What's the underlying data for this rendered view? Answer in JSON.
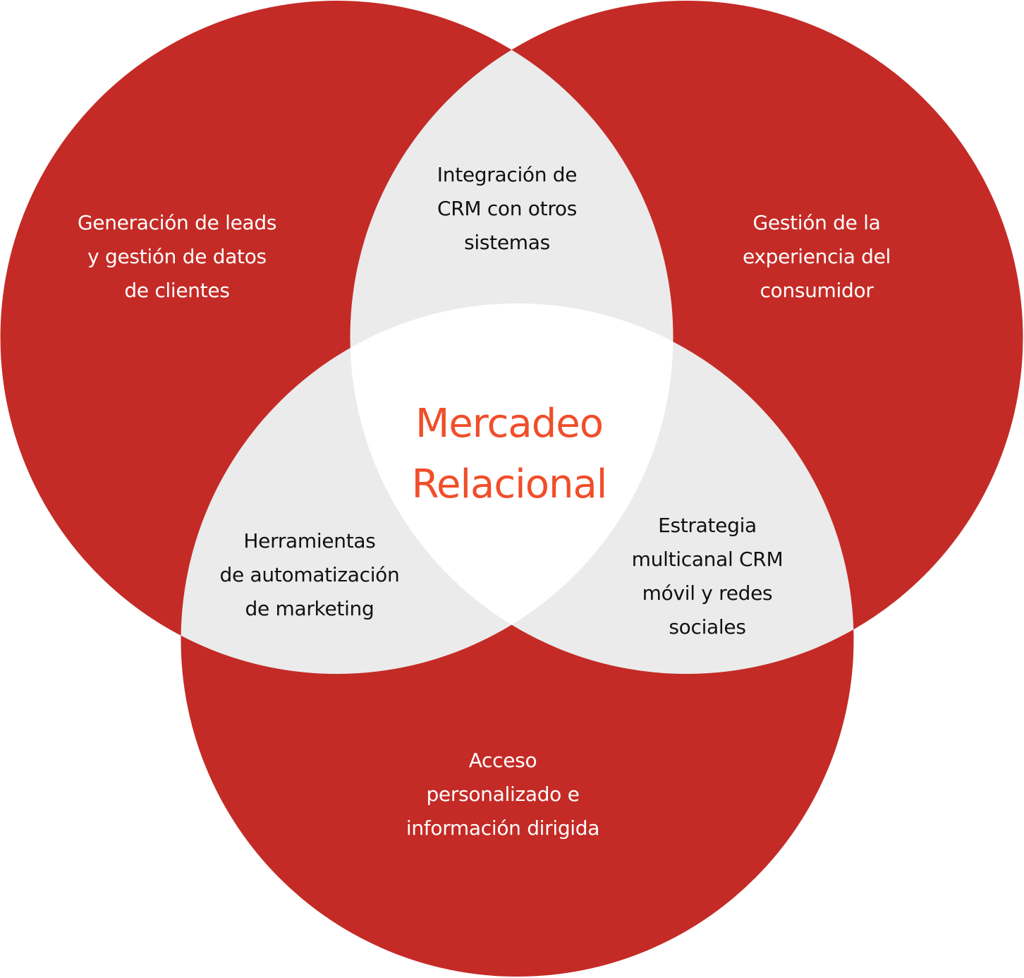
{
  "colors": {
    "circle_fill": "#C42B26",
    "pair_overlap_fill": "#EBEBEB",
    "center_fill": "#FFFFFF",
    "center_title_color": "#F04E2A",
    "label_on_circle": "#FFFFFF",
    "label_on_overlap": "#111111"
  },
  "center": {
    "title_lines": [
      "Mercadeo",
      "Relacional"
    ]
  },
  "circles": [
    {
      "id": "left",
      "label_lines": [
        "Generación de leads",
        "y gestión de datos",
        "de clientes"
      ]
    },
    {
      "id": "right",
      "label_lines": [
        "Gestión de la",
        "experiencia del",
        "consumidor"
      ]
    },
    {
      "id": "bottom",
      "label_lines": [
        "Acceso",
        "personalizado e",
        "información dirigida"
      ]
    }
  ],
  "overlaps": [
    {
      "id": "left-right",
      "label_lines": [
        "Integración de",
        "CRM con otros",
        "sistemas"
      ]
    },
    {
      "id": "left-bottom",
      "label_lines": [
        "Herramientas",
        "de automatización",
        "de marketing"
      ]
    },
    {
      "id": "right-bottom",
      "label_lines": [
        "Estrategia",
        "multicanal CRM",
        "móvil y redes",
        "sociales"
      ]
    }
  ]
}
